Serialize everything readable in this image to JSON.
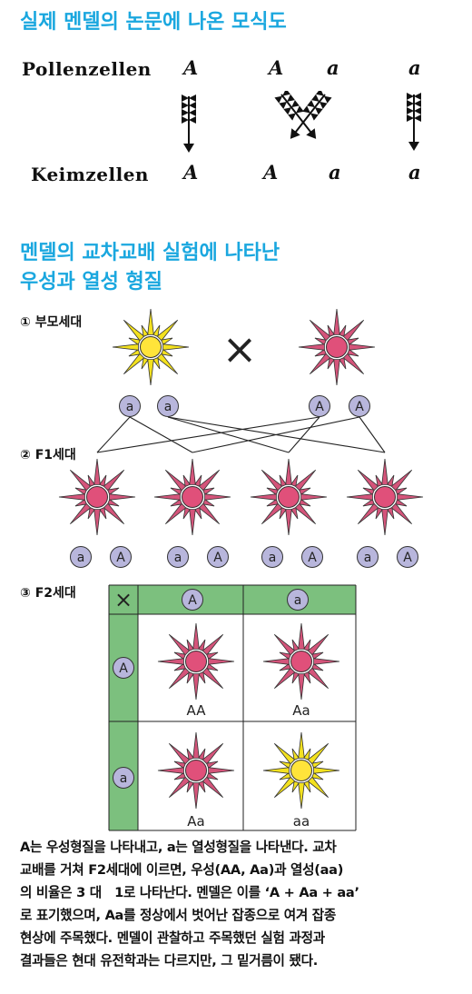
{
  "section1": {
    "title": "실제 멘델의 논문에 나온 모식도",
    "row_top_label": "Pollenzellen",
    "row_bottom_label": "Keimzellen",
    "top_alleles": [
      "A",
      "A",
      "a",
      "a"
    ],
    "bottom_alleles": [
      "A",
      "A",
      "a",
      "a"
    ]
  },
  "section2": {
    "title_line1": "멘델의 교차교배 실험에 나타난",
    "title_line2": "우성과 열성 형질"
  },
  "diagram": {
    "step1_label": "① 부모세대",
    "step2_label": "② F1세대",
    "step3_label": "③ F2세대",
    "cross_symbol": "×",
    "parent_alleles": [
      "a",
      "a",
      "A",
      "A"
    ],
    "f1_alleles": [
      "a",
      "A",
      "a",
      "A",
      "a",
      "A",
      "a",
      "A"
    ],
    "f2_header_corner": "×",
    "f2_col_alleles": [
      "A",
      "a"
    ],
    "f2_row_alleles": [
      "A",
      "a"
    ],
    "f2_genotypes": [
      "AA",
      "Aa",
      "Aa",
      "aa"
    ]
  },
  "colors": {
    "title_blue": "#1aa7df",
    "dominant_center": "#e0507a",
    "dominant_ray": "#d4547a",
    "recessive_center": "#ffe43a",
    "recessive_ray": "#f3e11f",
    "allele_circle": "#b8b6dc",
    "table_green": "#7cc07e"
  },
  "body_text": [
    "A는 우성형질을 나타내고, a는 열성형질을 나타낸다. 교차",
    "교배를 거쳐 F2세대에 이르면, 우성(AA, Aa)과 열성(aa)",
    "의 비율은 3 대　1로 나타난다. 멘델은 이를 ‘A + Aa + aa’",
    "로 표기했으며, Aa를 정상에서 벗어난 잡종으로 여겨 잡종",
    "현상에 주목했다. 멘델이 관찰하고 주목했던 실험 과정과",
    "결과들은 현대 유전학과는 다르지만, 그 밑거름이 됐다."
  ]
}
